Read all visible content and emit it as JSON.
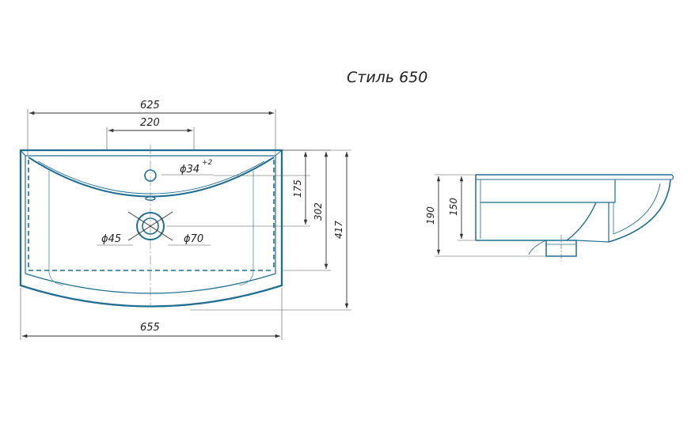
{
  "title": "Стиль 650",
  "colors": {
    "outline": "#1f6e93",
    "dimension": "#333333",
    "text": "#222222"
  },
  "dimensions": {
    "overall_top_width": "625",
    "tap_zone_width": "220",
    "tap_hole_diameter": "ϕ34",
    "tap_hole_tolerance": "+2",
    "drain_inner_diameter": "ϕ45",
    "drain_outer_diameter": "ϕ70",
    "depth_to_tap": "175",
    "depth_to_drain": "302",
    "overall_depth": "417",
    "overall_bottom_width": "655",
    "side_total_height": "190",
    "side_bowl_height": "150"
  }
}
